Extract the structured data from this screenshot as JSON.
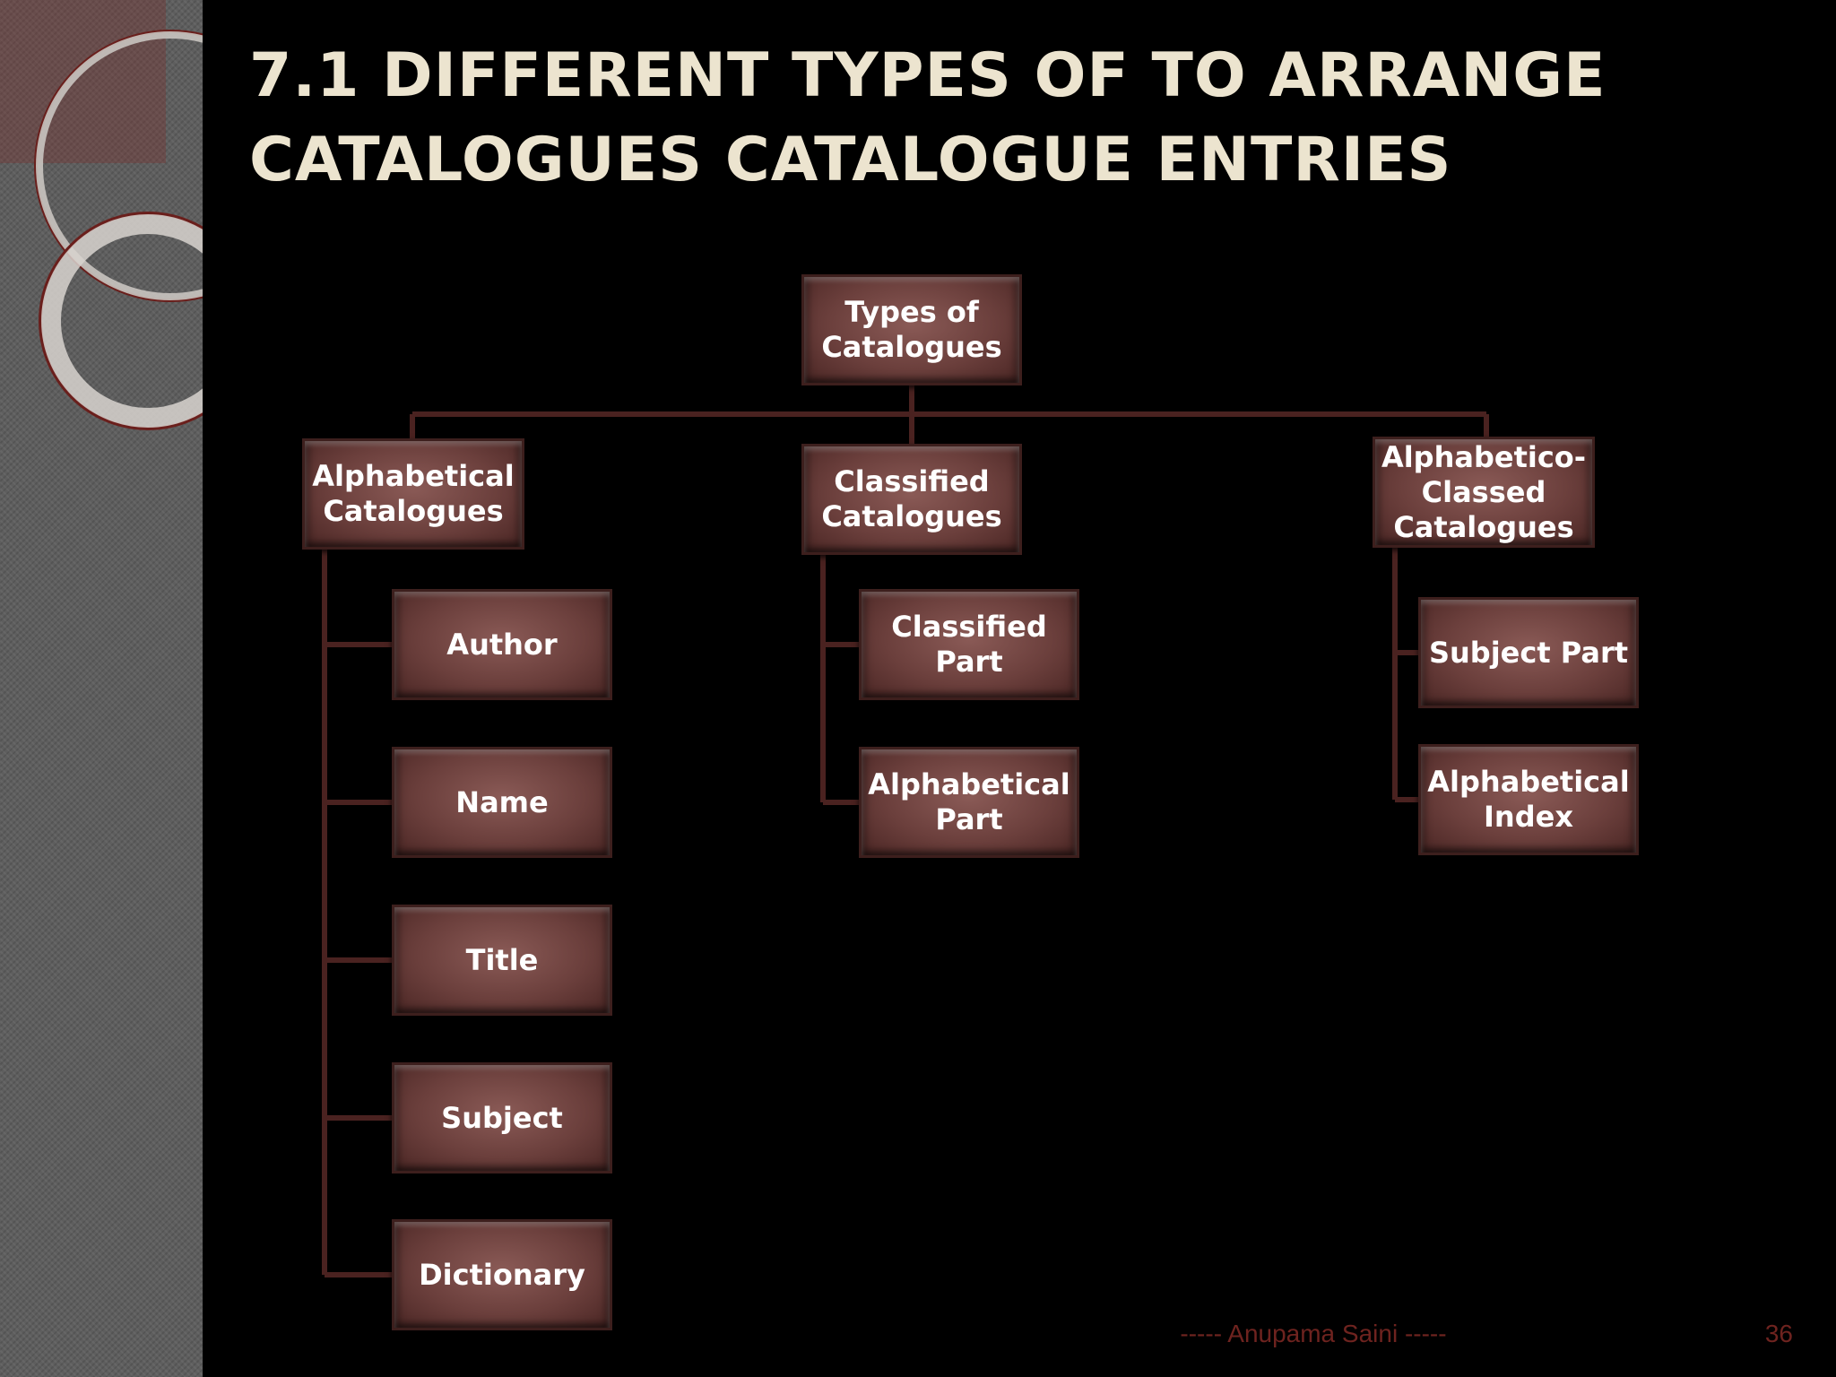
{
  "slide": {
    "title_line1": "7.1 DIFFERENT TYPES OF TO  ARRANGE",
    "title_line2": "CATALOGUES CATALOGUE ENTRIES",
    "footer_author": "----- Anupama Saini -----",
    "page_number": "36"
  },
  "colors": {
    "background": "#000000",
    "title": "#ece4cf",
    "node_fill": "#6b3f3c",
    "connector": "#4a2220",
    "footer": "#6e231f"
  },
  "diagram": {
    "root": "Types of\nCatalogues",
    "branches": [
      {
        "label": "Alphabetical\nCatalogues",
        "children": [
          "Author",
          "Name",
          "Title",
          "Subject",
          "Dictionary"
        ]
      },
      {
        "label": "Classified\nCatalogues",
        "children": [
          "Classified\nPart",
          "Alphabetical\nPart"
        ]
      },
      {
        "label": "Alphabetico-\nClassed\nCatalogues",
        "children": [
          "Subject Part",
          "Alphabetical\nIndex"
        ]
      }
    ]
  }
}
